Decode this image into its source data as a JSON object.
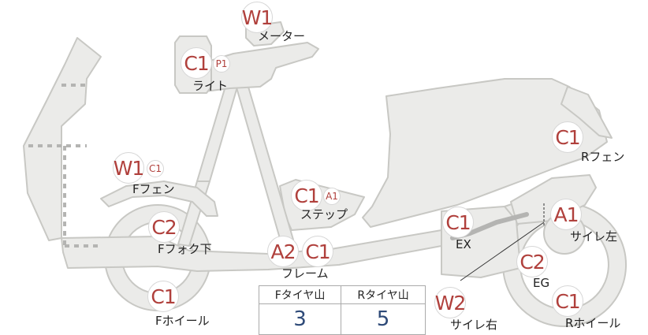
{
  "diagram": {
    "parts": [
      {
        "id": "meter",
        "label": "メーター",
        "codes": [
          "W1"
        ]
      },
      {
        "id": "light",
        "label": "ライト",
        "codes": [
          "C1",
          "P1"
        ]
      },
      {
        "id": "f-fender",
        "label": "Fフェン",
        "codes": [
          "W1",
          "C1"
        ]
      },
      {
        "id": "f-fork-lower",
        "label": "Fフォク下",
        "codes": [
          "C2"
        ]
      },
      {
        "id": "f-wheel",
        "label": "Fホイール",
        "codes": [
          "C1"
        ]
      },
      {
        "id": "step",
        "label": "ステップ",
        "codes": [
          "C1",
          "A1"
        ]
      },
      {
        "id": "frame",
        "label": "フレーム",
        "codes": [
          "A2",
          "C1"
        ]
      },
      {
        "id": "r-fender",
        "label": "Rフェン",
        "codes": [
          "C1"
        ]
      },
      {
        "id": "exhaust",
        "label": "EX",
        "codes": [
          "C1"
        ]
      },
      {
        "id": "muffler-left",
        "label": "サイレ左",
        "codes": [
          "A1"
        ]
      },
      {
        "id": "engine",
        "label": "EG",
        "codes": [
          "C2"
        ]
      },
      {
        "id": "r-wheel",
        "label": "Rホイール",
        "codes": [
          "C1"
        ]
      },
      {
        "id": "muffler-right",
        "label": "サイレ右",
        "codes": [
          "W2"
        ]
      }
    ]
  },
  "tire_tread": {
    "headers": [
      "Fタイヤ山",
      "Rタイヤ山"
    ],
    "values": [
      "3",
      "5"
    ]
  },
  "colors": {
    "badge_text": "#b0403c",
    "body_fill": "#ebebe9",
    "body_stroke": "#c8c8c4",
    "tire_value": "#2e4a78"
  }
}
